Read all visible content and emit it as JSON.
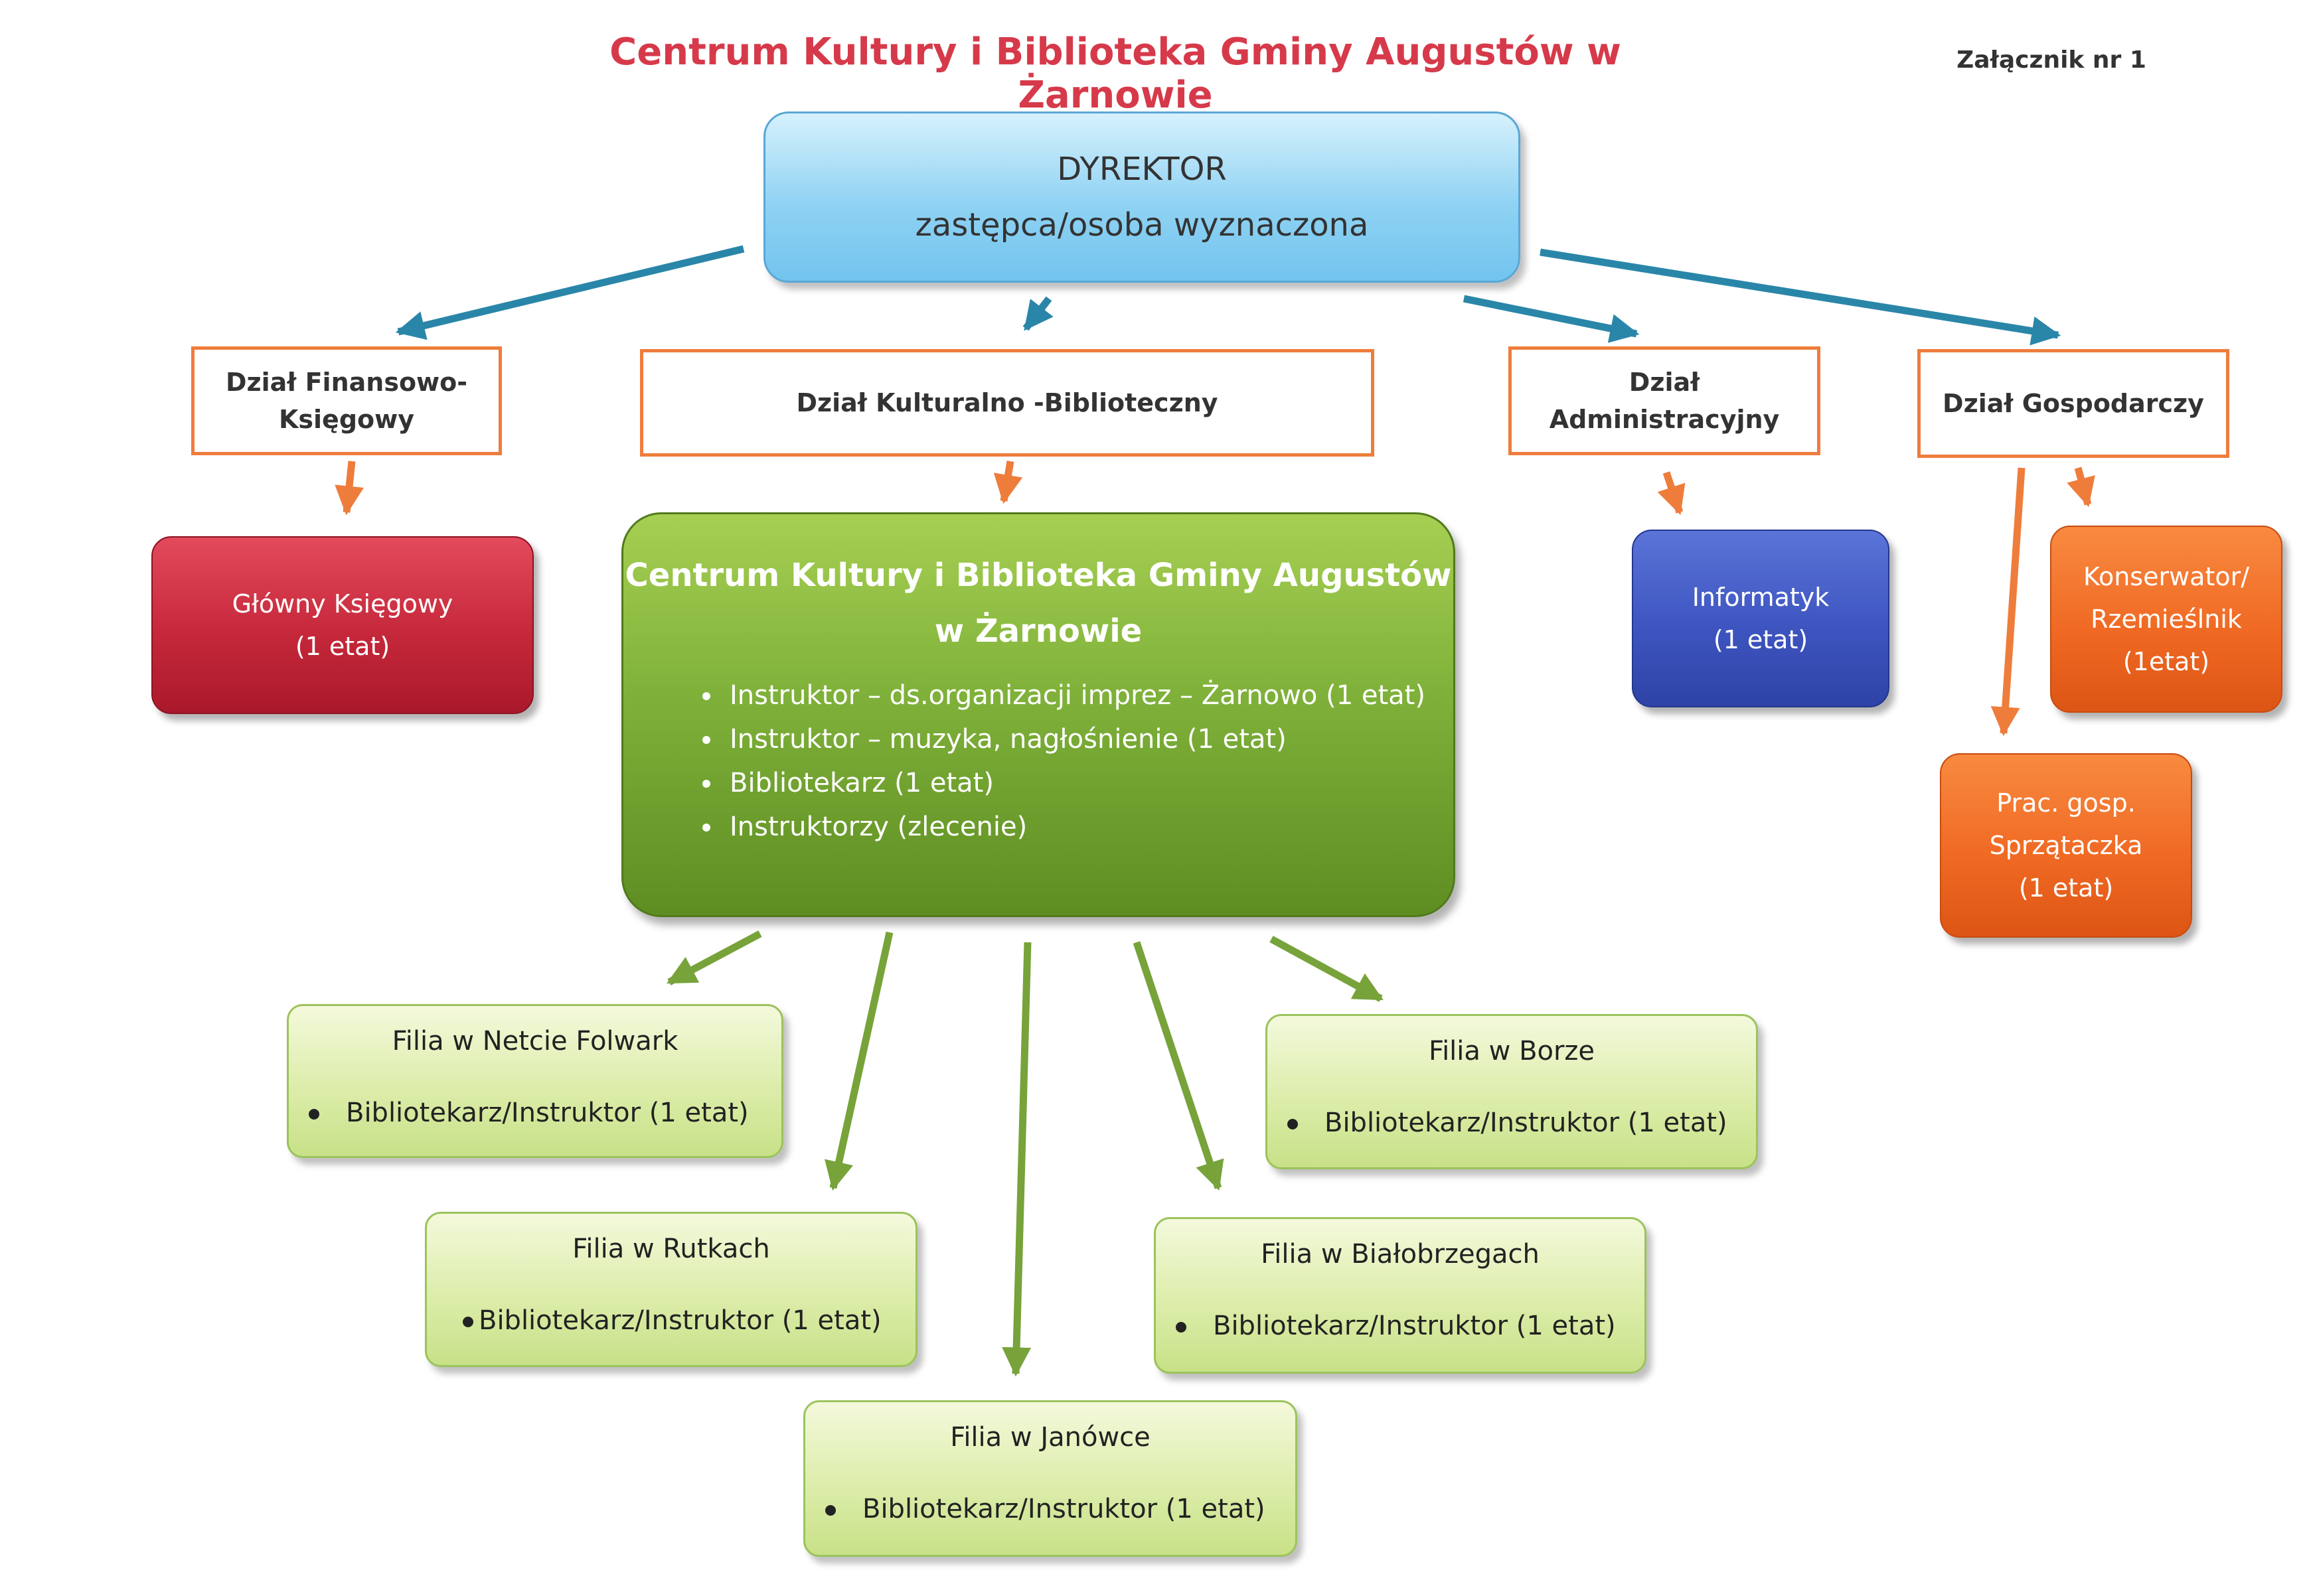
{
  "header": {
    "title": "Centrum Kultury i Biblioteka Gminy Augustów w Żarnowie",
    "annex": "Załącznik nr 1"
  },
  "director": {
    "line1": "DYREKTOR",
    "line2": "zastępca/osoba wyznaczona"
  },
  "departments": {
    "finance": {
      "line1": "Dział Finansowo-",
      "line2": "Księgowy"
    },
    "culture": {
      "label": "Dział Kulturalno -Biblioteczny"
    },
    "admin": {
      "line1": "Dział",
      "line2": "Administracyjny"
    },
    "economic": {
      "label": "Dział Gospodarczy"
    }
  },
  "accountant": {
    "line1": "Główny Księgowy",
    "line2": "(1 etat)"
  },
  "it": {
    "line1": "Informatyk",
    "line2": "(1 etat)"
  },
  "conservator": {
    "line1": "Konserwator/",
    "line2": "Rzemieślnik",
    "line3": "(1etat)"
  },
  "cleaner": {
    "line1": "Prac. gosp.",
    "line2": "Sprzątaczka",
    "line3": "(1 etat)"
  },
  "center": {
    "line1": "Centrum Kultury i Biblioteka Gminy Augustów",
    "line2": "w Żarnowie",
    "items": [
      "Instruktor – ds.organizacji imprez – Żarnowo (1 etat)",
      "Instruktor – muzyka, nagłośnienie (1  etat)",
      "Bibliotekarz (1 etat)",
      "Instruktorzy (zlecenie)"
    ]
  },
  "branches": {
    "netcie": {
      "name": "Filia w Netcie Folwark",
      "item": "Bibliotekarz/Instruktor (1 etat)"
    },
    "rutki": {
      "name": "Filia w Rutkach",
      "item": "Bibliotekarz/Instruktor (1 etat)"
    },
    "janowka": {
      "name": "Filia w Janówce",
      "item": "Bibliotekarz/Instruktor (1 etat)"
    },
    "bialobrzegi": {
      "name": "Filia w Białobrzegach",
      "item": "Bibliotekarz/Instruktor (1 etat)"
    },
    "bor": {
      "name": "Filia w Borze",
      "item": "Bibliotekarz/Instruktor (1 etat)"
    }
  },
  "colors": {
    "title": "#d63a4a",
    "blue_arrow": "#2a86a8",
    "orange_arrow": "#ee7d3c",
    "green_arrow": "#77a33a"
  }
}
